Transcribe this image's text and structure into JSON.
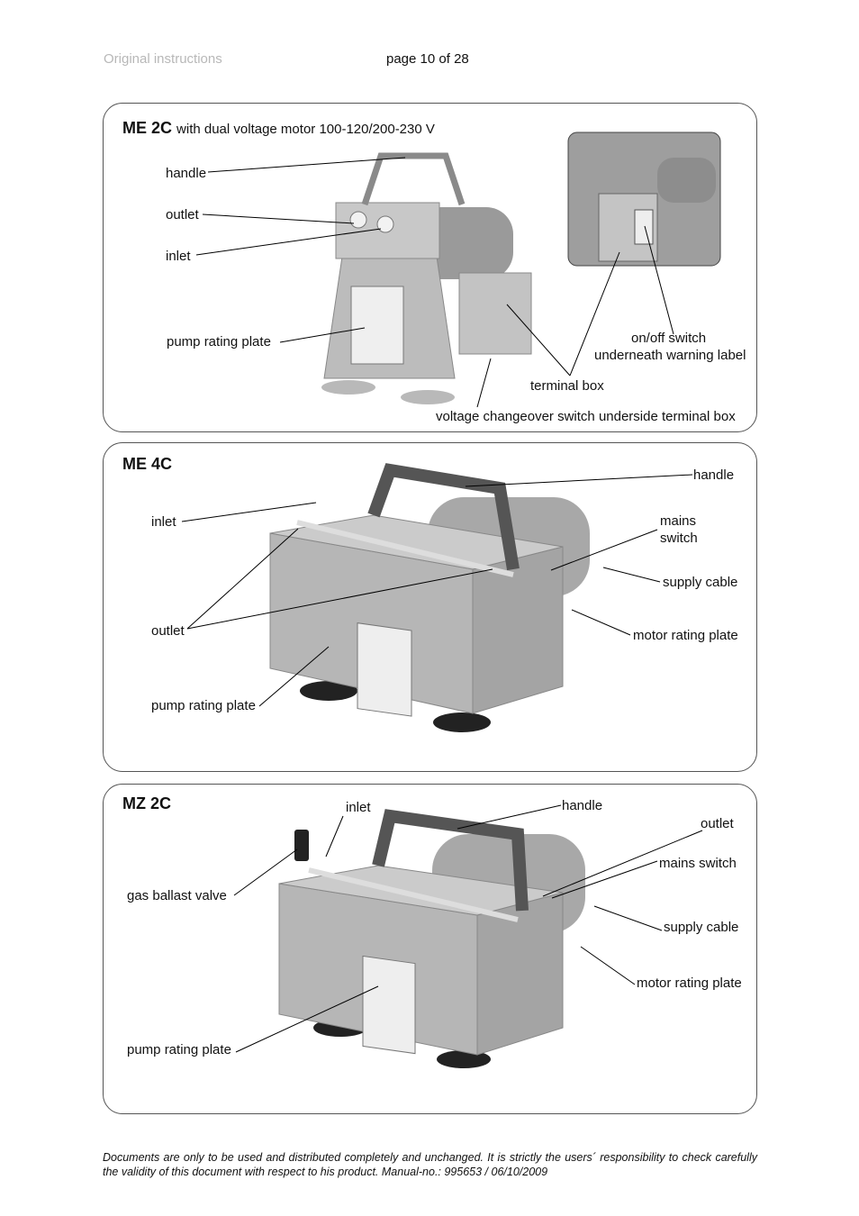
{
  "header": {
    "left": "Original instructions",
    "center": "page 10 of 28"
  },
  "panels": [
    {
      "title": "ME 2C",
      "subtitle": "with dual voltage motor 100-120/200-230 V",
      "labels": {
        "handle": "handle",
        "outlet": "outlet",
        "inlet": "inlet",
        "pump_rating_plate": "pump rating plate",
        "terminal_box": "terminal box",
        "voltage_switch": "voltage changeover switch underside terminal box",
        "onoff_line1": "on/off switch",
        "onoff_line2": "underneath warning label"
      }
    },
    {
      "title": "ME 4C",
      "labels": {
        "handle": "handle",
        "inlet": "inlet",
        "mains_line1": "mains",
        "mains_line2": "switch",
        "supply_cable": "supply cable",
        "outlet": "outlet",
        "motor_rating_plate": "motor rating plate",
        "pump_rating_plate": "pump rating plate"
      }
    },
    {
      "title": "MZ 2C",
      "labels": {
        "inlet": "inlet",
        "handle": "handle",
        "outlet": "outlet",
        "mains_switch": "mains switch",
        "gas_ballast_valve": "gas ballast valve",
        "supply_cable": "supply cable",
        "motor_rating_plate": "motor rating plate",
        "pump_rating_plate": "pump rating plate"
      }
    }
  ],
  "footer": "Documents are only to be used and distributed completely and unchanged. It is strictly the users´ responsibility to check carefully the validity of this document with respect to his product. Manual-no.: 995653 / 06/10/2009"
}
